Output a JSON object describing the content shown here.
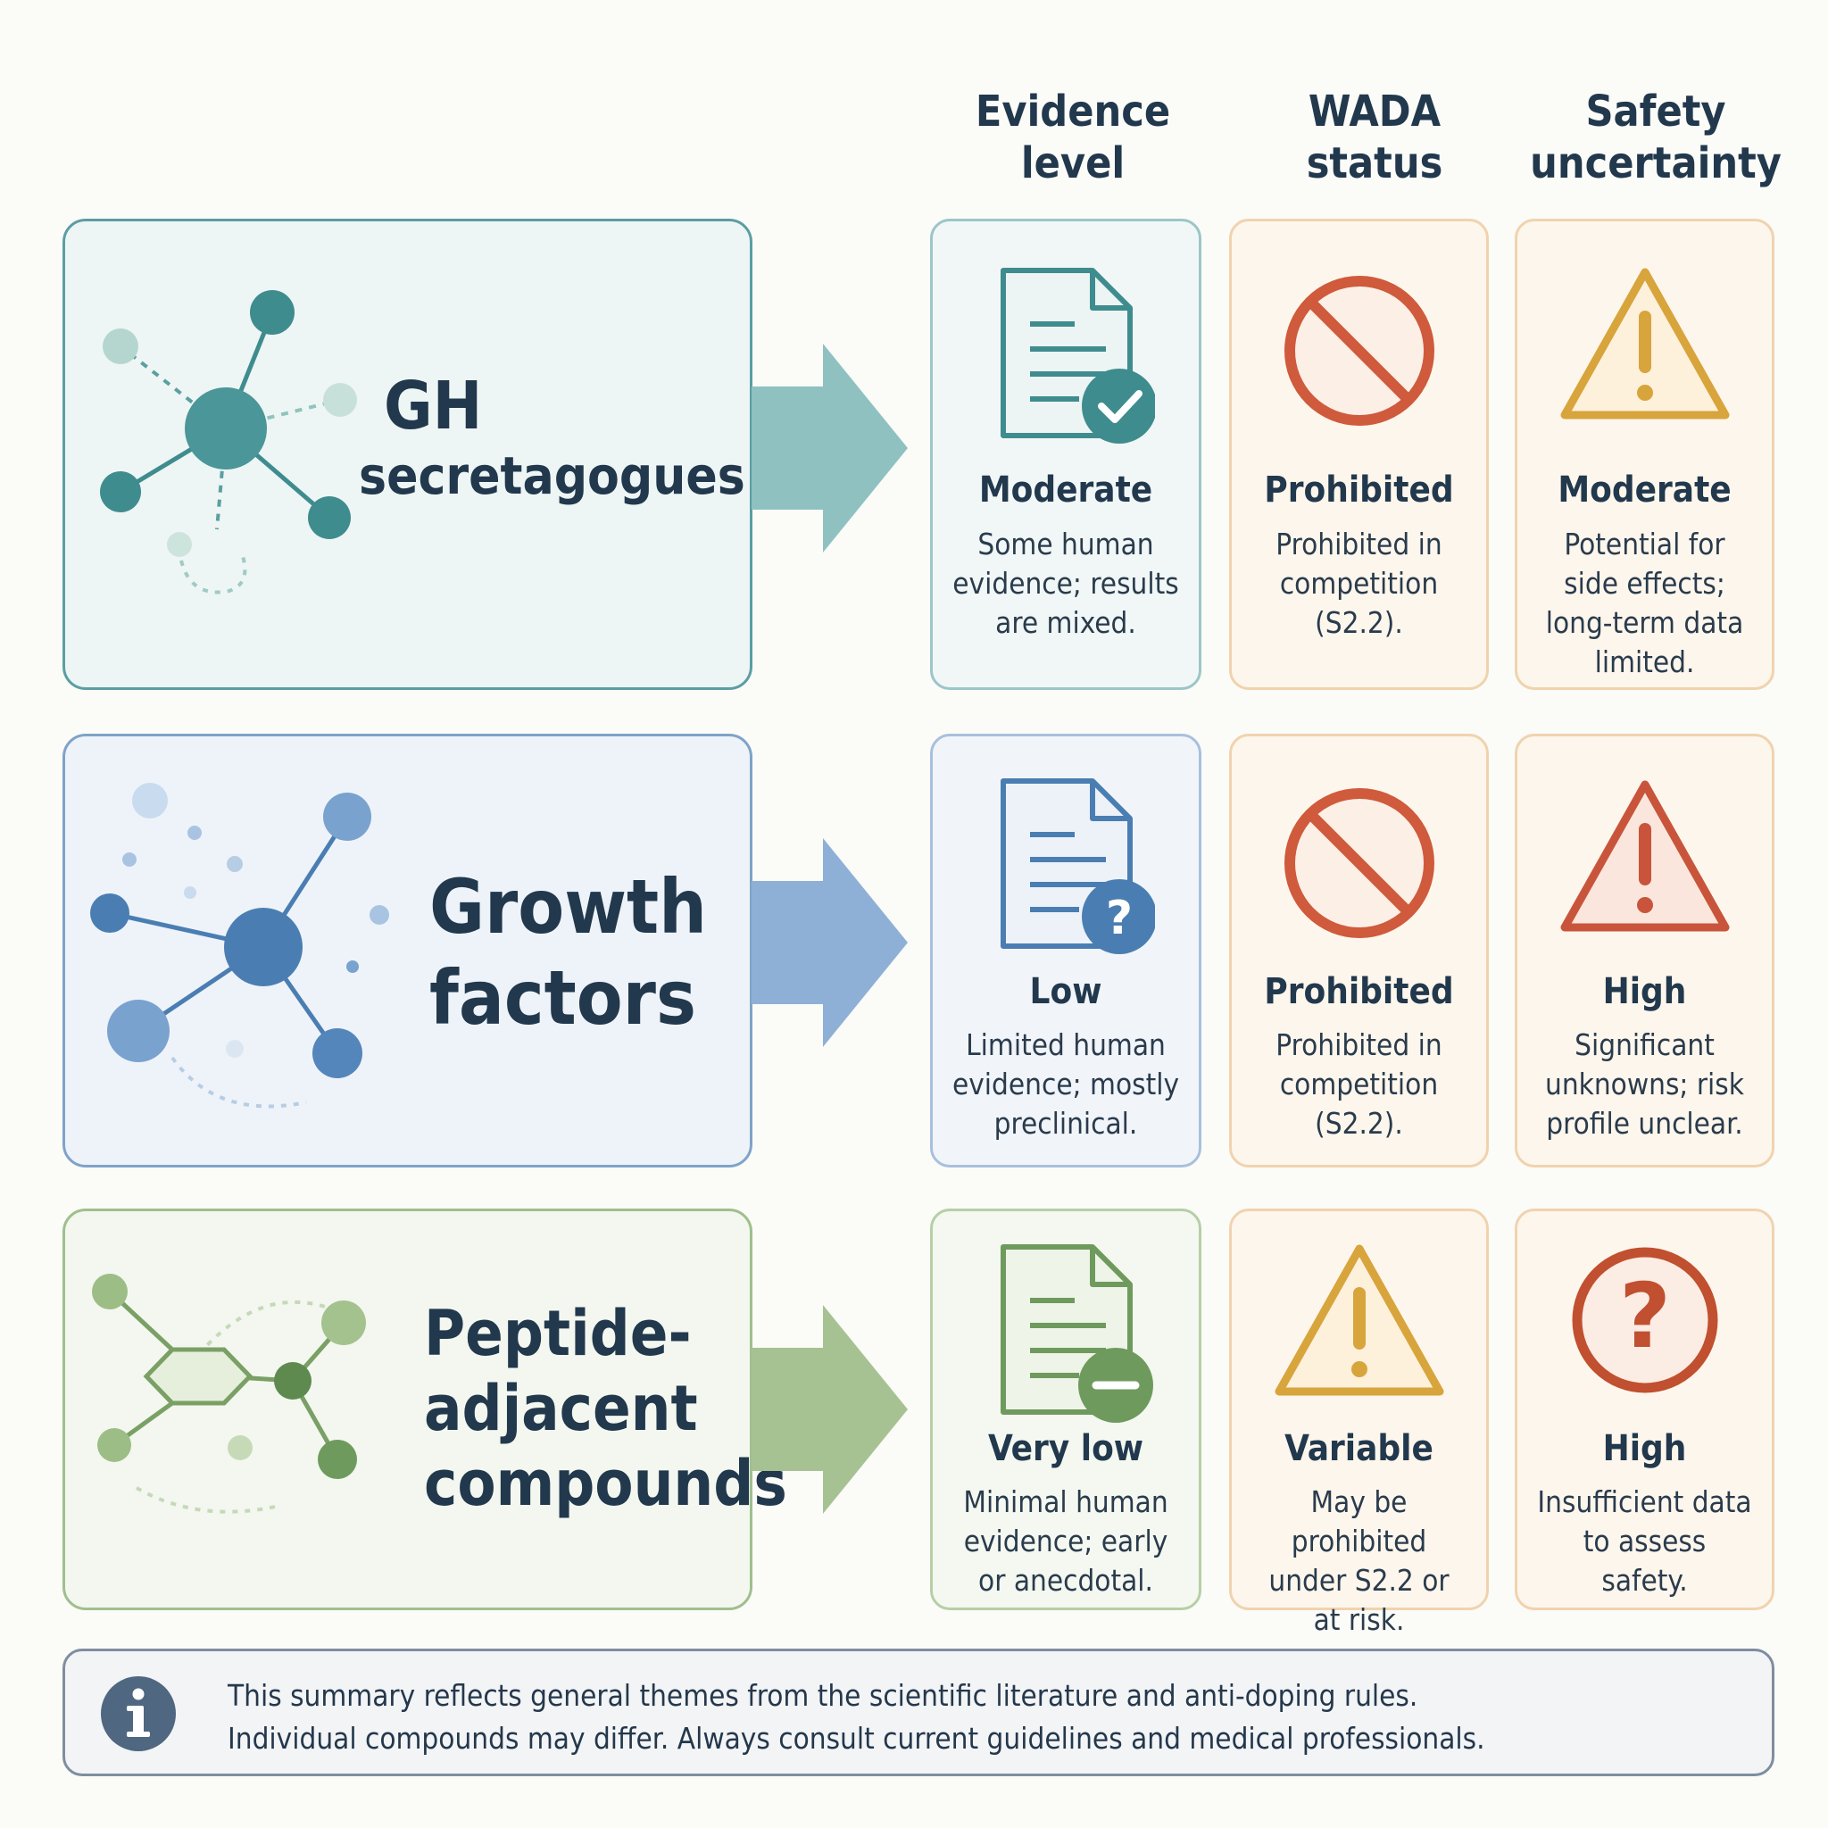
{
  "columns": [
    {
      "line1": "Evidence",
      "line2": "level"
    },
    {
      "line1": "WADA",
      "line2": "status"
    },
    {
      "line1": "Safety",
      "line2": "uncertainty"
    }
  ],
  "rows": [
    {
      "category_lines": [
        "GH",
        "secretagogues"
      ],
      "evidence": {
        "label": "Moderate",
        "desc": [
          "Some human",
          "evidence; results",
          "are mixed."
        ],
        "badge": "check-badge-icon"
      },
      "wada": {
        "label": "Prohibited",
        "desc": [
          "Prohibited in",
          "competition",
          "(S2.2)."
        ],
        "icon": "prohibited-icon"
      },
      "safety": {
        "label": "Moderate",
        "desc": [
          "Potential for",
          "side effects;",
          "long-term data",
          "limited."
        ],
        "icon": "warning-triangle-icon"
      }
    },
    {
      "category_lines": [
        "Growth",
        "factors"
      ],
      "evidence": {
        "label": "Low",
        "desc": [
          "Limited human",
          "evidence; mostly",
          "preclinical."
        ],
        "badge": "question-badge-icon"
      },
      "wada": {
        "label": "Prohibited",
        "desc": [
          "Prohibited in",
          "competition",
          "(S2.2)."
        ],
        "icon": "prohibited-icon"
      },
      "safety": {
        "label": "High",
        "desc": [
          "Significant",
          "unknowns; risk",
          "profile unclear."
        ],
        "icon": "warning-triangle-icon"
      }
    },
    {
      "category_lines": [
        "Peptide-",
        "adjacent",
        "compounds"
      ],
      "evidence": {
        "label": "Very low",
        "desc": [
          "Minimal human",
          "evidence; early",
          "or anecdotal."
        ],
        "badge": "minus-badge-icon"
      },
      "wada": {
        "label": "Variable",
        "desc": [
          "May be prohibited",
          "under S2.2 or",
          "at risk."
        ],
        "icon": "warning-triangle-icon"
      },
      "safety": {
        "label": "High",
        "desc": [
          "Insufficient data",
          "to assess",
          "safety."
        ],
        "icon": "question-circle-icon"
      }
    }
  ],
  "note": {
    "line1": "This summary reflects general themes from the scientific literature and anti-doping rules.",
    "line2": "Individual compounds may differ. Always consult current guidelines and medical professionals.",
    "icon": "info-icon"
  },
  "colors": {
    "teal": "#3f8c8e",
    "blue": "#4a7eb2",
    "green": "#6f9a5d",
    "prohibited": "#cf5a3c",
    "warning_amber": "#d8a43c",
    "warning_red": "#c8553b",
    "question_red": "#c0502f"
  }
}
